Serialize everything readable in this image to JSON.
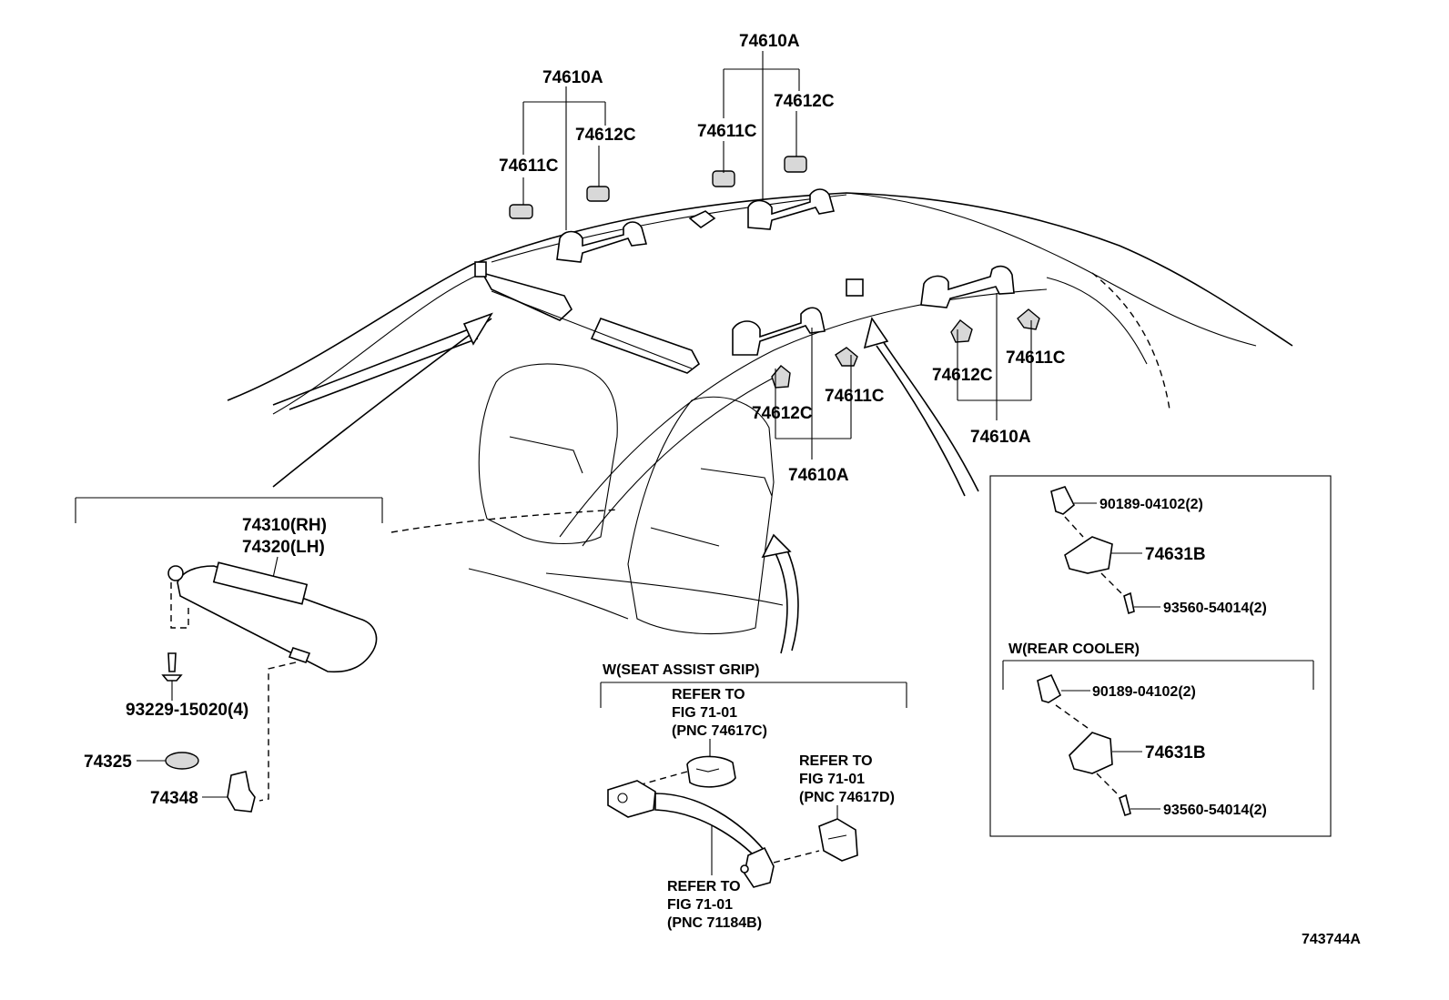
{
  "labels": {
    "p74610a_1": "74610A",
    "p74611c_1": "74611C",
    "p74612c_1": "74612C",
    "p74610a_2": "74610A",
    "p74611c_2": "74611C",
    "p74612c_2": "74612C",
    "p74612c_3": "74612C",
    "p74611c_3": "74611C",
    "p74610a_3": "74610A",
    "p74612c_4": "74612C",
    "p74611c_4": "74611C",
    "p74610a_4": "74610A",
    "visor_rh": "74310(RH)",
    "visor_lh": "74320(LH)",
    "screw_93229": "93229-15020(4)",
    "p74325": "74325",
    "p74348": "74348",
    "seat_grip_title": "W(SEAT ASSIST GRIP)",
    "ref1_line1": "REFER TO",
    "ref1_line2": "FIG 71-01",
    "ref1_line3": "(PNC 74617C)",
    "ref2_line1": "REFER TO",
    "ref2_line2": "FIG 71-01",
    "ref2_line3": "(PNC 74617D)",
    "ref3_line1": "REFER TO",
    "ref3_line2": "FIG 71-01",
    "ref3_line3": "(PNC 71184B)",
    "clip_90189_1": "90189-04102(2)",
    "p74631b_1": "74631B",
    "screw_93560_1": "93560-54014(2)",
    "rear_cooler_title": "W(REAR COOLER)",
    "clip_90189_2": "90189-04102(2)",
    "p74631b_2": "74631B",
    "screw_93560_2": "93560-54014(2)",
    "figure_id": "743744A"
  }
}
